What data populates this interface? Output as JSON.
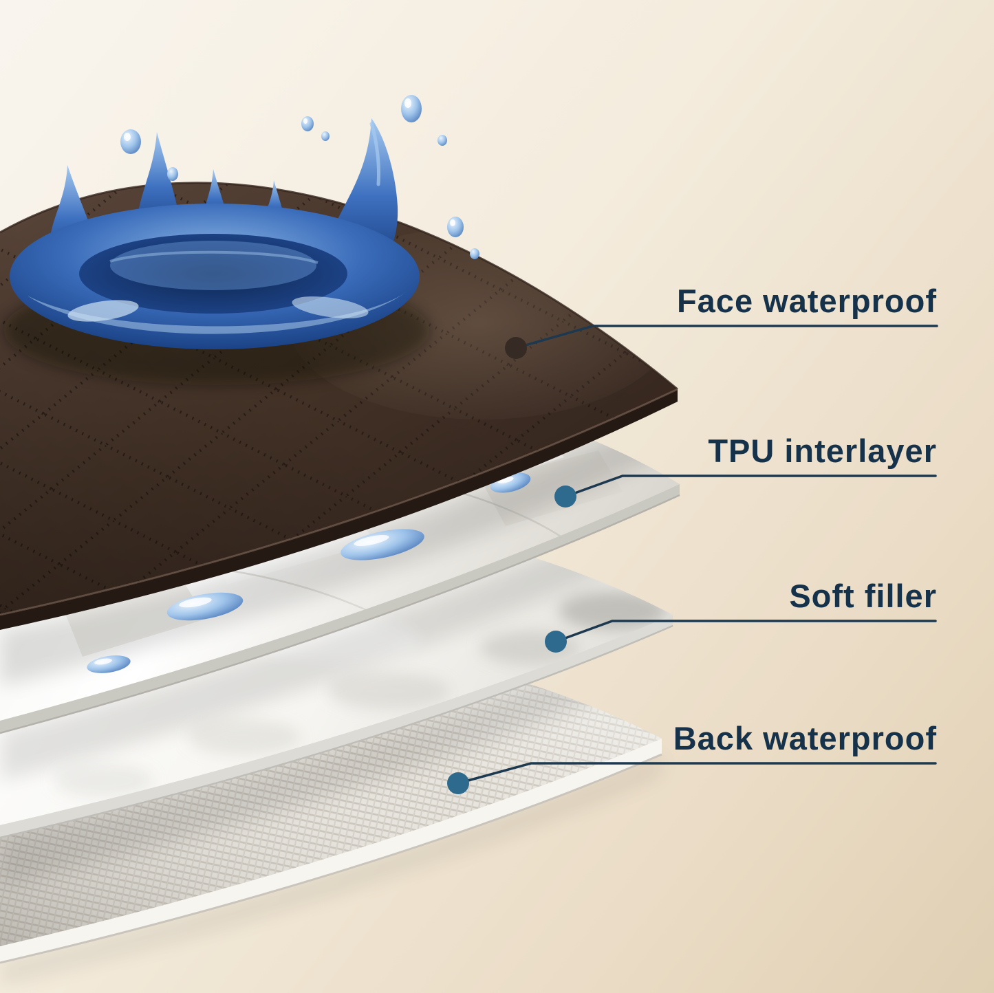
{
  "diagram": {
    "type": "layered-product-structure",
    "labels": [
      {
        "id": "face-waterproof",
        "text": "Face waterproof"
      },
      {
        "id": "tpu-interlayer",
        "text": "TPU interlayer"
      },
      {
        "id": "soft-filler",
        "text": "Soft filler"
      },
      {
        "id": "back-waterproof",
        "text": "Back waterproof"
      }
    ],
    "colors": {
      "background_top_left": "#f9f5ee",
      "background_bottom_right": "#dfcfb3",
      "label_text": "#15324a",
      "callout_line": "#1d3950",
      "callout_dot_blue": "#2d6a8e",
      "callout_dot_face": "#352a24",
      "face_layer_brown": "#46342a",
      "water_blue": "#2d5fae",
      "tpu_white": "#f4f4f1",
      "filler_white": "#ffffff",
      "back_gray": "#e7e4dd"
    }
  }
}
